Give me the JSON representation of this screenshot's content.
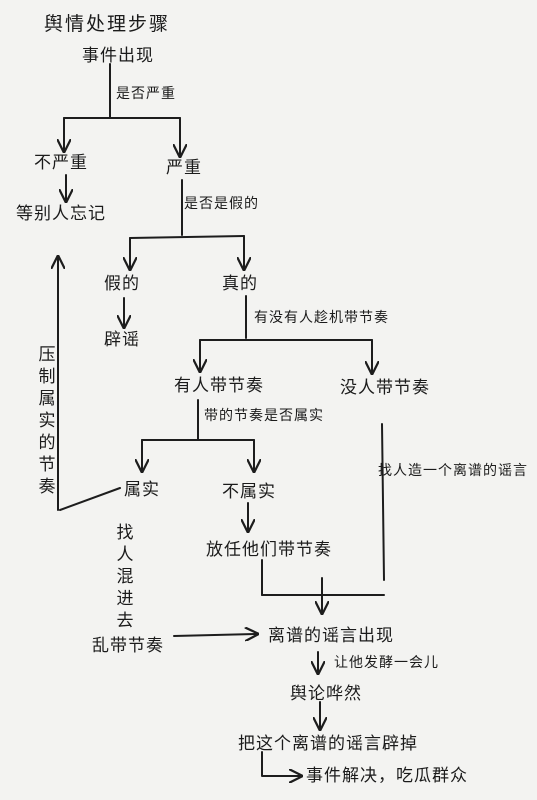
{
  "title": "舆情处理步骤",
  "nodes": {
    "event_appears": "事件出现",
    "is_serious": "是否严重",
    "not_serious": "不严重",
    "wait_forget": "等别人忘记",
    "serious": "严重",
    "is_fake": "是否是假的",
    "fake": "假的",
    "refute": "辟谣",
    "real": "真的",
    "someone_leading_q": "有没有人趁机带节奏",
    "someone_leading": "有人带节奏",
    "no_one_leading": "没人带节奏",
    "leading_fits_q": "带的节奏是否属实",
    "find_rumor": "找人造一个离谱的谣言",
    "true_fact": "属实",
    "not_true": "不属实",
    "suppress": "压制属实的节奏",
    "let_them_lead": "放任他们带节奏",
    "find_mix": "找人混进去",
    "chaos_lead": "乱带节奏",
    "rumor_appears": "离谱的谣言出现",
    "ferment": "让他发酵一会儿",
    "public_uproar": "舆论哗然",
    "debunk_rumor": "把这个离谱的谣言辟掉",
    "resolved": "事件解决，吃瓜群众"
  }
}
